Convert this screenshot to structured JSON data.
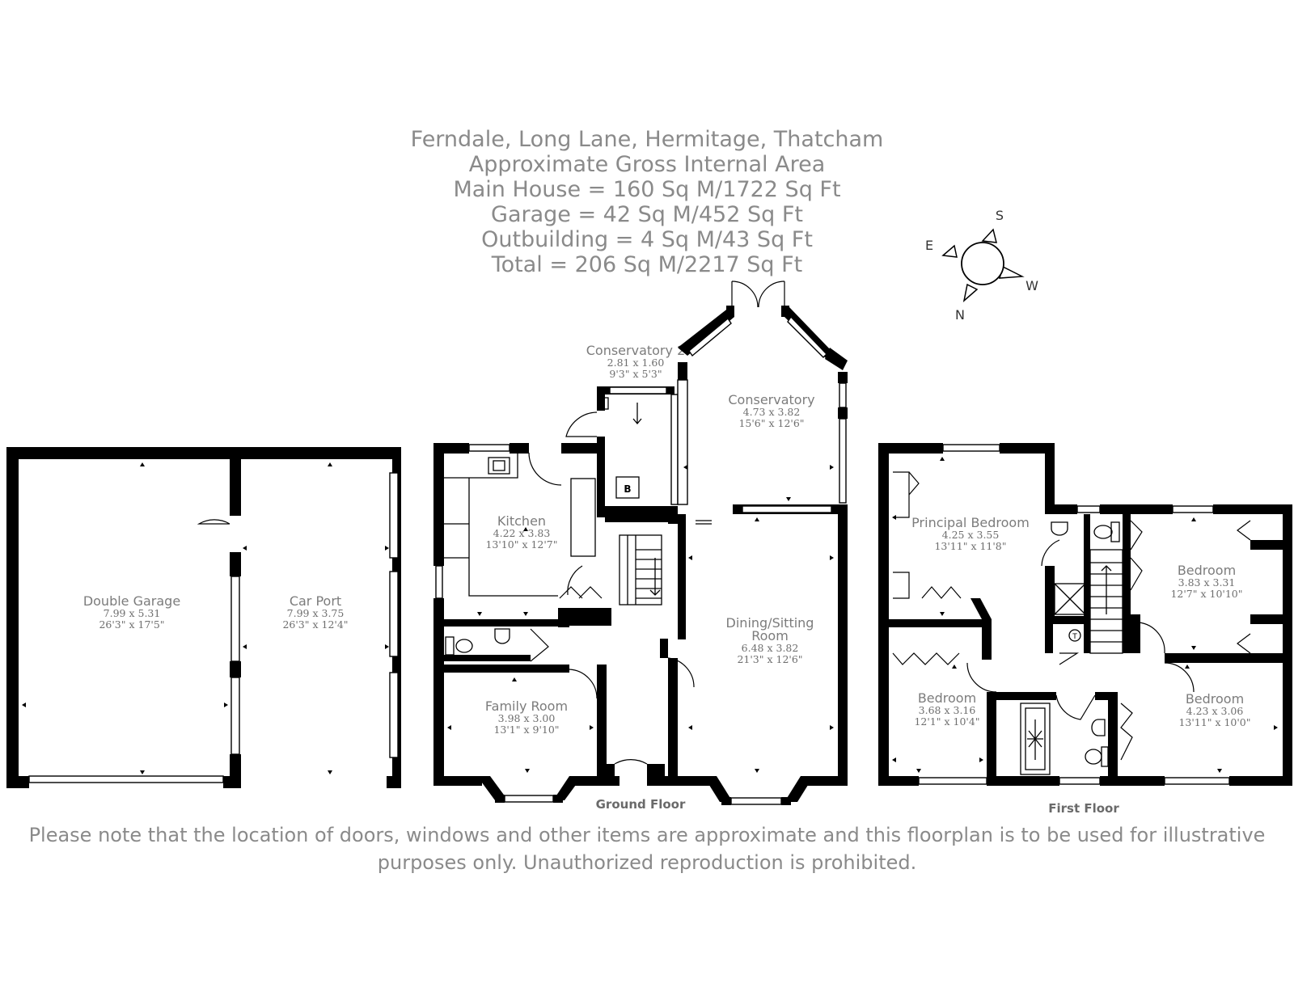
{
  "header": {
    "lines": [
      "Ferndale, Long Lane, Hermitage, Thatcham",
      "Approximate Gross Internal Area",
      "Main House = 160 Sq M/1722 Sq Ft",
      "Garage = 42 Sq M/452 Sq Ft",
      "Outbuilding = 4 Sq M/43 Sq Ft",
      "Total = 206 Sq M/2217 Sq Ft"
    ]
  },
  "compass": {
    "s": "S",
    "e": "E",
    "w": "W",
    "n": "N"
  },
  "rooms": {
    "double_garage": {
      "name": "Double Garage",
      "metric": "7.99 x 5.31",
      "imperial": "26'3\" x 17'5\""
    },
    "car_port": {
      "name": "Car Port",
      "metric": "7.99 x 3.75",
      "imperial": "26'3\" x 12'4\""
    },
    "kitchen": {
      "name": "Kitchen",
      "metric": "4.22 x 3.83",
      "imperial": "13'10\" x 12'7\""
    },
    "conservatory_2": {
      "name": "Conservatory 2",
      "metric": "2.81 x 1.60",
      "imperial": "9'3\" x 5'3\""
    },
    "conservatory": {
      "name": "Conservatory",
      "metric": "4.73 x 3.82",
      "imperial": "15'6\" x 12'6\""
    },
    "dining_sitting": {
      "name_line1": "Dining/Sitting",
      "name_line2": "Room",
      "metric": "6.48 x 3.82",
      "imperial": "21'3\" x 12'6\""
    },
    "family_room": {
      "name": "Family Room",
      "metric": "3.98 x 3.00",
      "imperial": "13'1\" x 9'10\""
    },
    "principal_bedroom": {
      "name": "Principal Bedroom",
      "metric": "4.25 x 3.55",
      "imperial": "13'11\" x 11'8\""
    },
    "bedroom_east": {
      "name": "Bedroom",
      "metric": "3.83 x 3.31",
      "imperial": "12'7\" x 10'10\""
    },
    "bedroom_sw": {
      "name": "Bedroom",
      "metric": "3.68 x 3.16",
      "imperial": "12'1\" x 10'4\""
    },
    "bedroom_se": {
      "name": "Bedroom",
      "metric": "4.23 x 3.06",
      "imperial": "13'11\" x 10'0\""
    }
  },
  "symbols": {
    "boiler": "B",
    "tank": "T"
  },
  "floors": {
    "ground": "Ground Floor",
    "first": "First Floor"
  },
  "disclaimer": {
    "line1": "Please note that the location of doors, windows and other items are approximate and this floorplan is to be used for illustrative",
    "line2": "purposes only. Unauthorized reproduction is prohibited."
  }
}
